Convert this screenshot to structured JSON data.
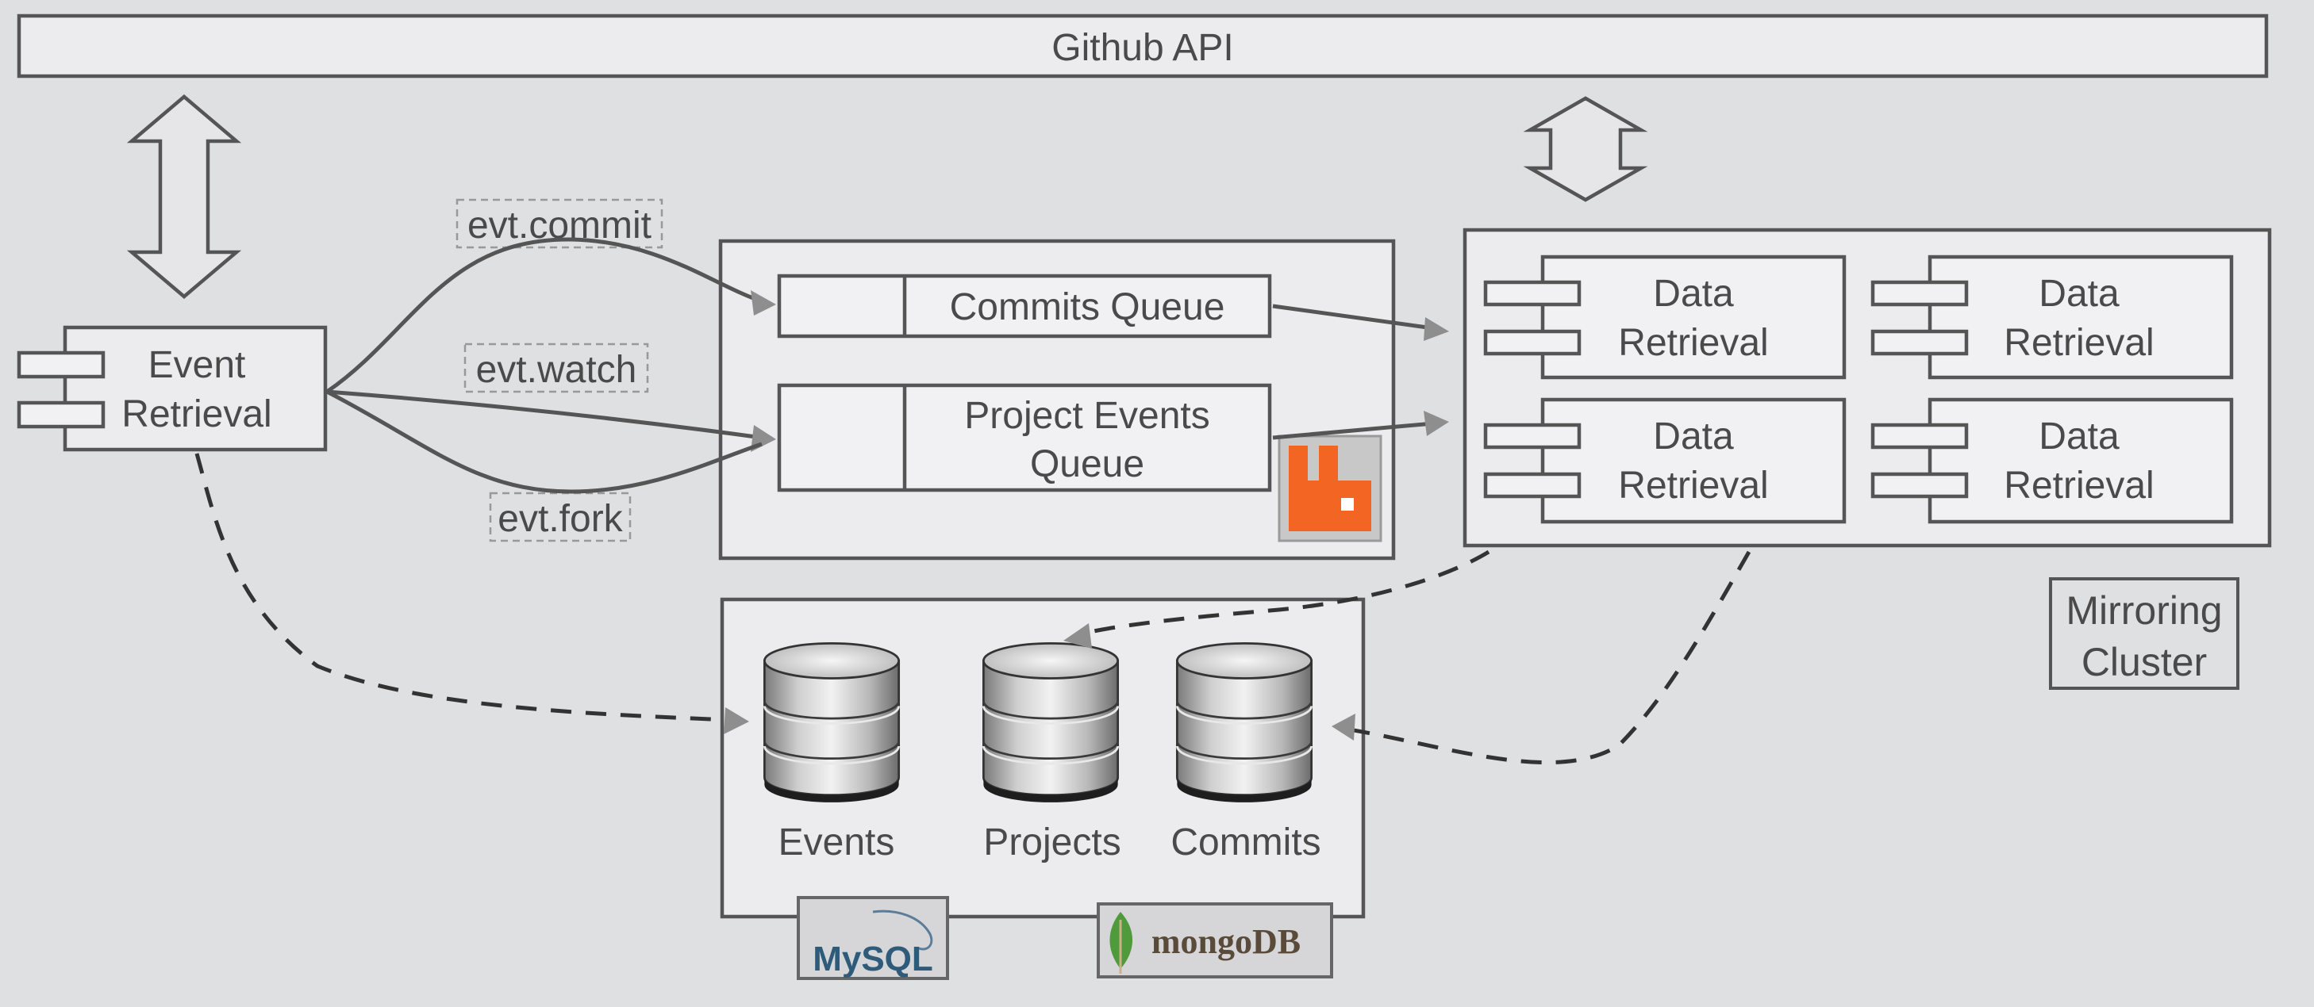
{
  "api": {
    "label": "Github API"
  },
  "event_retrieval": {
    "line1": "Event",
    "line2": "Retrieval"
  },
  "event_types": [
    "evt.commit",
    "evt.watch",
    "evt.fork"
  ],
  "queues": {
    "commits": "Commits Queue",
    "project_events_line1": "Project Events",
    "project_events_line2": "Queue",
    "broker_icon": "rabbitmq-logo-icon",
    "broker_color": "#f26522"
  },
  "cluster": {
    "nodes": [
      {
        "line1": "Data",
        "line2": "Retrieval"
      },
      {
        "line1": "Data",
        "line2": "Retrieval"
      },
      {
        "line1": "Data",
        "line2": "Retrieval"
      },
      {
        "line1": "Data",
        "line2": "Retrieval"
      }
    ],
    "label_line1": "Mirroring",
    "label_line2": "Cluster"
  },
  "databases": [
    "Events",
    "Projects",
    "Commits"
  ],
  "logos": {
    "mysql": "MySQL",
    "mongo": "mongoDB"
  }
}
